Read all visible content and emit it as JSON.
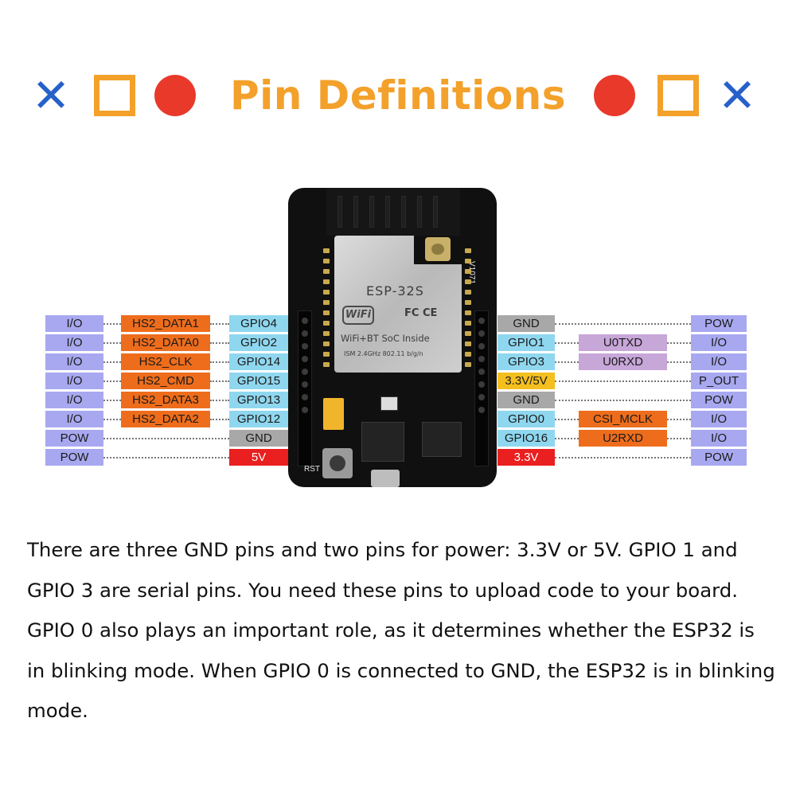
{
  "title": "Pin Definitions",
  "title_color": "#f3a12b",
  "header_symbols": [
    "cross-icon",
    "square-icon",
    "dot-icon",
    "dot-icon",
    "square-icon",
    "cross-icon"
  ],
  "board": {
    "module_name": "ESP-32S",
    "module_subtitle": "WiFi+BT SoC Inside",
    "module_spec": "ISM 2.4GHz  802.11 b/g/n",
    "wifi_logo": "WiFi",
    "fc_mark": "FC CE",
    "version": "V1071",
    "rst_label": "RST"
  },
  "left_pins": [
    {
      "type": "I/O",
      "func": "HS2_DATA1",
      "gpio": "GPIO4"
    },
    {
      "type": "I/O",
      "func": "HS2_DATA0",
      "gpio": "GPIO2"
    },
    {
      "type": "I/O",
      "func": "HS2_CLK",
      "gpio": "GPIO14"
    },
    {
      "type": "I/O",
      "func": "HS2_CMD",
      "gpio": "GPIO15"
    },
    {
      "type": "I/O",
      "func": "HS2_DATA3",
      "gpio": "GPIO13"
    },
    {
      "type": "I/O",
      "func": "HS2_DATA2",
      "gpio": "GPIO12"
    },
    {
      "type": "POW",
      "func": "",
      "gpio": "GND"
    },
    {
      "type": "POW",
      "func": "",
      "gpio": "5V"
    }
  ],
  "right_pins": [
    {
      "gpio": "GND",
      "func": "",
      "type": "POW"
    },
    {
      "gpio": "GPIO1",
      "func": "U0TXD",
      "type": "I/O"
    },
    {
      "gpio": "GPIO3",
      "func": "U0RXD",
      "type": "I/O"
    },
    {
      "gpio": "3.3V/5V",
      "func": "",
      "type": "P_OUT"
    },
    {
      "gpio": "GND",
      "func": "",
      "type": "POW"
    },
    {
      "gpio": "GPIO0",
      "func": "CSI_MCLK",
      "type": "I/O"
    },
    {
      "gpio": "GPIO16",
      "func": "U2RXD",
      "type": "I/O"
    },
    {
      "gpio": "3.3V",
      "func": "",
      "type": "POW"
    }
  ],
  "colors": {
    "type_label": "#a8a8f0",
    "hs2_func": "#ee6d1c",
    "gpio": "#8fd7ef",
    "gnd": "#a8a8a8",
    "power_5v": "#ea1f1f",
    "power_out": "#f4bf1f",
    "uart": "#c7a6d8"
  },
  "description": "There are three GND pins and two pins for power: 3.3V or 5V. GPIO 1 and GPIO 3 are serial pins. You need these pins to upload code to your board. GPIO 0 also plays an important role, as it determines whether the ESP32 is in blinking mode. When GPIO 0 is connected to GND, the ESP32 is in blinking mode."
}
